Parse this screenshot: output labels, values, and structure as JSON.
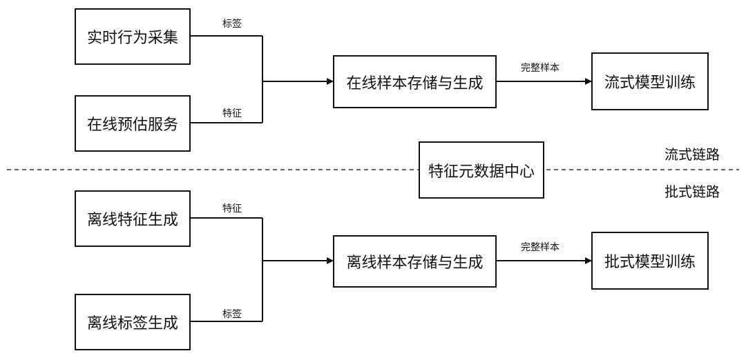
{
  "sources": {
    "realtime_behavior": "实时行为采集",
    "online_prediction": "在线预估服务",
    "offline_feature": "离线特征生成",
    "offline_label": "离线标签生成"
  },
  "processors": {
    "online_sample": "在线样本存储与生成",
    "offline_sample": "离线样本存储与生成",
    "feature_meta": "特征元数据中心"
  },
  "trainers": {
    "stream_training": "流式模型训练",
    "batch_training": "批式模型训练"
  },
  "edge_labels": {
    "label_top": "标签",
    "feature_top": "特征",
    "feature_bottom": "特征",
    "label_bottom": "标签",
    "complete_sample_top": "完整样本",
    "complete_sample_bottom": "完整样本"
  },
  "lanes": {
    "stream": "流式链路",
    "batch": "批式链路"
  },
  "colors": {
    "line": "#111111",
    "background": "#ffffff"
  }
}
